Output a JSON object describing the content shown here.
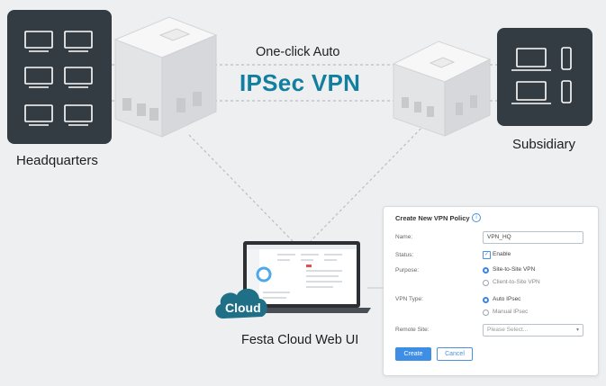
{
  "title": {
    "line1": "One-click Auto",
    "line2": "IPSec VPN"
  },
  "headquarters": {
    "label": "Headquarters"
  },
  "subsidiary": {
    "label": "Subsidiary"
  },
  "cloud": {
    "badge": "Cloud",
    "label": "Festa Cloud Web UI"
  },
  "form": {
    "title": "Create New VPN Policy",
    "name_label": "Name:",
    "name_value": "VPN_HQ",
    "status_label": "Status:",
    "status_option": "Enable",
    "purpose_label": "Purpose:",
    "purpose_options": [
      "Site-to-Site VPN",
      "Client-to-Site VPN"
    ],
    "vpn_type_label": "VPN Type:",
    "vpn_type_options": [
      "Auto IPsec",
      "Manual IPsec"
    ],
    "remote_site_label": "Remote Site:",
    "remote_site_placeholder": "Please Select...",
    "create_label": "Create",
    "cancel_label": "Cancel"
  },
  "colors": {
    "accent": "#137fa0",
    "card": "#333b43",
    "button": "#3f8ee6",
    "cloud": "#1f6f86"
  }
}
